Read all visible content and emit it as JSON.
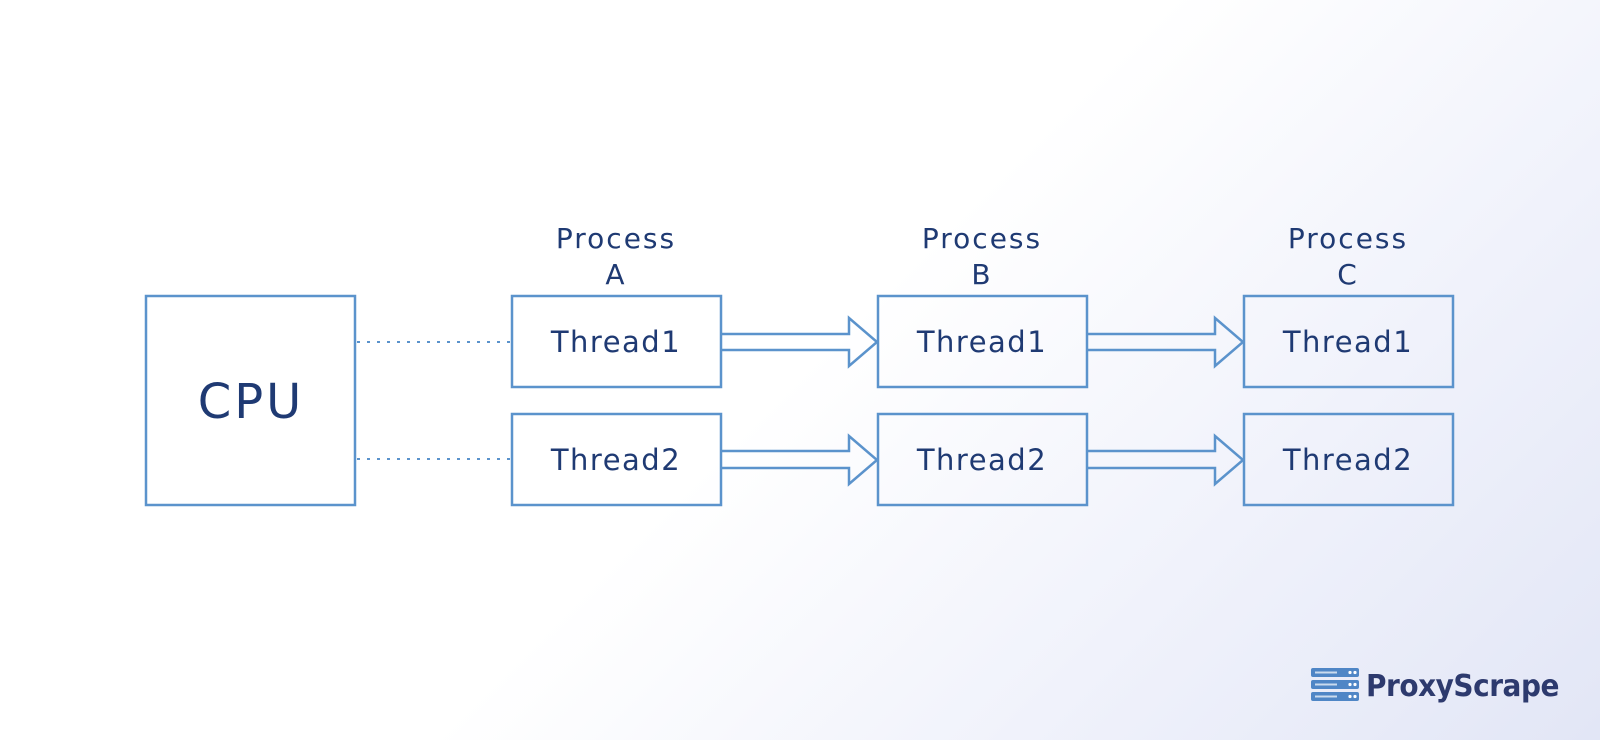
{
  "cpu": {
    "label": "CPU"
  },
  "processes": [
    {
      "title_line1": "Process",
      "title_line2": "A",
      "threads": [
        "Thread1",
        "Thread2"
      ]
    },
    {
      "title_line1": "Process",
      "title_line2": "B",
      "threads": [
        "Thread1",
        "Thread2"
      ]
    },
    {
      "title_line1": "Process",
      "title_line2": "C",
      "threads": [
        "Thread1",
        "Thread2"
      ]
    }
  ],
  "brand": {
    "name": "ProxyScrape"
  },
  "colors": {
    "stroke": "#5b93cc",
    "text": "#1f3a73",
    "brand_text": "#2d3a6e",
    "logo_icon": "#4f86c6"
  }
}
